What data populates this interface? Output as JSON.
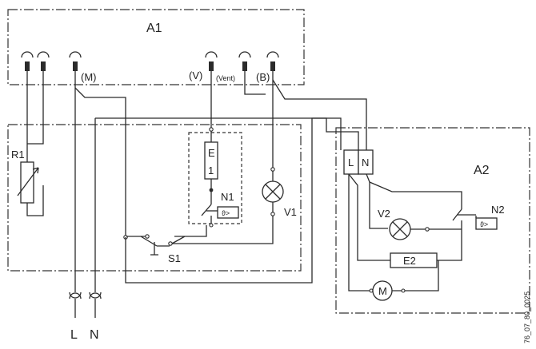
{
  "boxes": {
    "a1": "A1",
    "a2": "A2"
  },
  "terminals": {
    "m": "(M)",
    "v": "(V)",
    "vent": "(Vent)",
    "b": "(B)"
  },
  "components": {
    "r1": "R1",
    "e1_top": "E",
    "e1_bottom": "1",
    "n1": "N1",
    "n1_sensor": "ϑ>",
    "v1": "V1",
    "s1": "S1",
    "v2": "V2",
    "n2": "N2",
    "n2_sensor": "ϑ>",
    "e2": "E2",
    "motor": "M",
    "a2_l": "L",
    "a2_n": "N"
  },
  "supply": {
    "l": "L",
    "n": "N"
  },
  "drawing_code": "76_07_80_0025"
}
